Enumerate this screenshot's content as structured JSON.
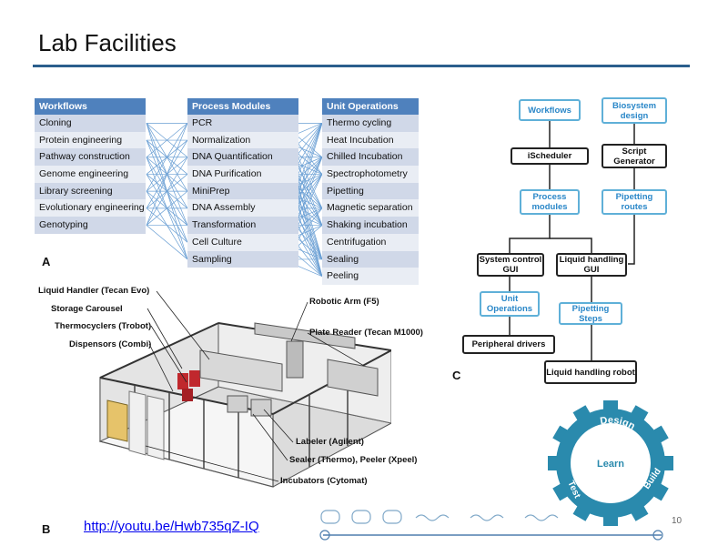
{
  "slide": {
    "title": "Lab Facilities",
    "page_number": "10",
    "video_link": "http://youtu.be/Hwb735qZ-IQ"
  },
  "panel_a": {
    "label": "A",
    "workflows": {
      "header": "Workflows",
      "items": [
        "Cloning",
        "Protein engineering",
        "Pathway construction",
        "Genome engineering",
        "Library screening",
        "Evolutionary engineering",
        "Genotyping"
      ]
    },
    "process_modules": {
      "header": "Process Modules",
      "items": [
        "PCR",
        "Normalization",
        "DNA Quantification",
        "DNA Purification",
        "MiniPrep",
        "DNA Assembly",
        "Transformation",
        "Cell Culture",
        "Sampling"
      ]
    },
    "unit_operations": {
      "header": "Unit Operations",
      "items": [
        "Thermo cycling",
        "Heat Incubation",
        "Chilled Incubation",
        "Spectrophotometry",
        "Pipetting",
        "Magnetic separation",
        "Shaking incubation",
        "Centrifugation",
        "Sealing",
        "Peeling"
      ]
    },
    "link_color": "#6a9fd4"
  },
  "panel_b": {
    "label": "B",
    "callouts": {
      "liquid_handler": "Liquid Handler (Tecan Evo)",
      "storage": "Storage Carousel",
      "thermocyclers": "Thermocyclers (Trobot)",
      "dispensors": "Dispensors (Combi)",
      "robotic_arm": "Robotic Arm (F5)",
      "plate_reader": "Plate Reader (Tecan M1000)",
      "labeler": "Labeler (Agilent)",
      "sealer": "Sealer (Thermo), Peeler (Xpeel)",
      "incubators": "Incubators (Cytomat)"
    }
  },
  "panel_c": {
    "label": "C",
    "nodes": {
      "workflows": "Workflows",
      "biosystem": "Biosystem design",
      "ischeduler": "iScheduler",
      "script_generator": "Script Generator",
      "process_modules": "Process modules",
      "pipetting_routes": "Pipetting routes",
      "system_gui": "System control GUI",
      "liquid_gui": "Liquid handling GUI",
      "unit_operations": "Unit Operations",
      "pipetting_steps": "Pipetting Steps",
      "peripheral": "Peripheral drivers",
      "robot": "Liquid handling robot"
    },
    "blue": "#2a87c8",
    "black": "#222222"
  },
  "cycle": {
    "design": "Design",
    "build": "Build",
    "test": "Test",
    "learn": "Learn",
    "color": "#2a8aad"
  }
}
